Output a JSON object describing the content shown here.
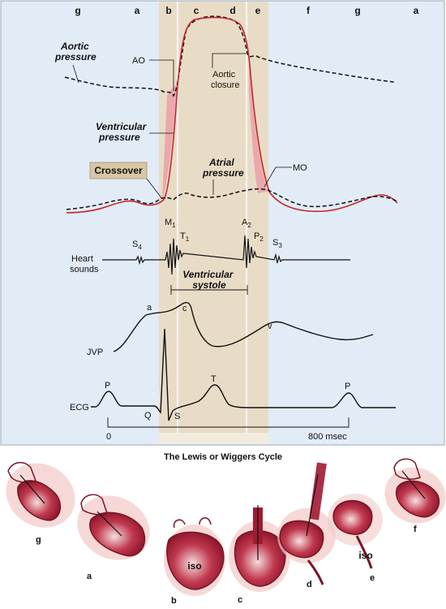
{
  "phases_top": [
    "g",
    "a",
    "b",
    "c",
    "d",
    "e",
    "f",
    "g",
    "a"
  ],
  "labels": {
    "aortic_pressure": "Aortic pressure",
    "ao": "AO",
    "aortic_closure": "Aortic closure",
    "ventricular_pressure": "Ventricular pressure",
    "crossover": "Crossover",
    "atrial_pressure": "Atrial pressure",
    "mo": "MO",
    "heart_sounds": "Heart sounds",
    "s4": "S",
    "s4_sub": "4",
    "m1": "M",
    "m1_sub": "1",
    "t1": "T",
    "t1_sub": "1",
    "a2": "A",
    "a2_sub": "2",
    "p2": "P",
    "p2_sub": "2",
    "s3": "S",
    "s3_sub": "3",
    "ventricular_systole": "Ventricular systole",
    "jvp": "JVP",
    "jvp_a": "a",
    "jvp_c": "c",
    "jvp_v": "v",
    "ecg": "ECG",
    "ecg_p1": "P",
    "ecg_q": "Q",
    "ecg_s": "S",
    "ecg_t": "T",
    "ecg_p2": "P",
    "time_start": "0",
    "time_end": "800 msec"
  },
  "cycle": {
    "title": "The Lewis or Wiggers Cycle",
    "stages": [
      {
        "letter": "g",
        "iso": ""
      },
      {
        "letter": "a",
        "iso": ""
      },
      {
        "letter": "b",
        "iso": "iso"
      },
      {
        "letter": "c",
        "iso": ""
      },
      {
        "letter": "d",
        "iso": ""
      },
      {
        "letter": "e",
        "iso": "iso"
      },
      {
        "letter": "f",
        "iso": ""
      }
    ]
  },
  "colors": {
    "panel_bg": "#e2ecf7",
    "systole_band": "#e9dcc6",
    "ventricular_curve": "#c4262e",
    "fill_pink": "#e9a3a8",
    "crossover_box": "#d8c6a4",
    "heart_red": "#9e1b32",
    "heart_pink": "#f2c9c6"
  }
}
